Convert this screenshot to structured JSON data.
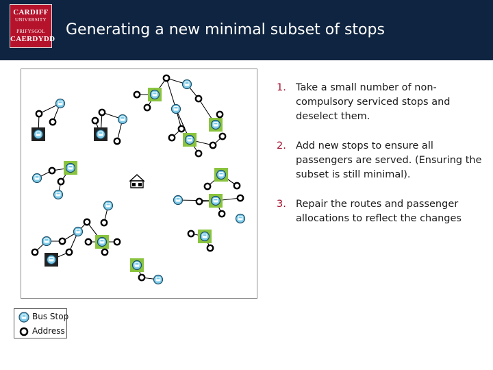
{
  "header": {
    "title": "Generating a new minimal subset of stops",
    "logo_lines": [
      "CARDIFF",
      "UNIVERSITY",
      "PRIFYSGOL",
      "CAERDYDD"
    ]
  },
  "steps": [
    {
      "number": "1.",
      "text": "Take a small number of non-compulsory serviced stops and deselect them."
    },
    {
      "number": "2.",
      "text": "Add new stops to ensure all passengers are served. (Ensuring the subset is still minimal)."
    },
    {
      "number": "3.",
      "text": "Repair the routes and passenger allocations to reflect the changes"
    }
  ],
  "legend": {
    "bus_stop_label": "Bus Stop",
    "address_label": "Address"
  },
  "colors": {
    "header_bg": "#0f2440",
    "logo_bg": "#b5122b",
    "step_number": "#a10c2c",
    "stop_fill": "#7ecbe8",
    "selected_stop_bg": "#8ac43f",
    "deselected_stop_bg": "#222222"
  }
}
